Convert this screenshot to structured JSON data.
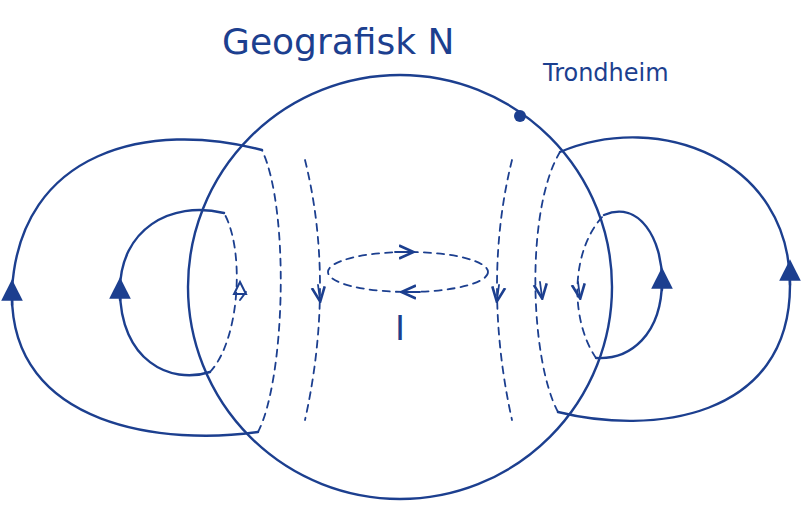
{
  "diagram": {
    "labels": [
      "Geografisk N",
      "Trondheim",
      "I"
    ]
  }
}
